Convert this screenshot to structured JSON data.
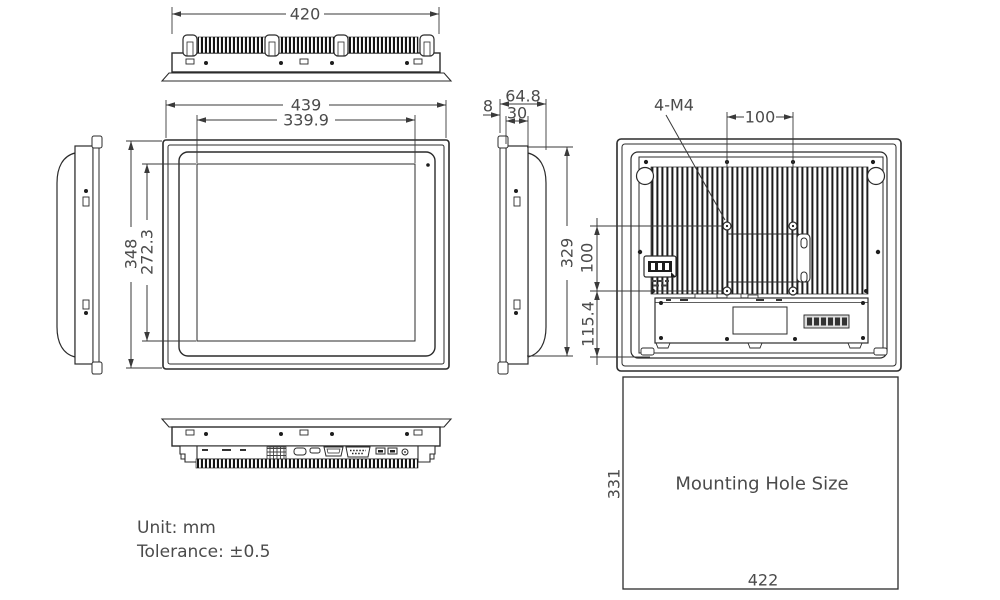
{
  "page": {
    "background": "#ffffff",
    "line_color": "#2b2b2b",
    "text_color": "#4b4b4b"
  },
  "notes": {
    "unit": "Unit: mm",
    "tolerance": "Tolerance: ±0.5"
  },
  "views": {
    "top": {
      "dims": {
        "mounting_width": "420"
      }
    },
    "front": {
      "dims": {
        "overall_width": "439",
        "display_width": "339.9",
        "overall_height": "348",
        "display_height": "272.3"
      }
    },
    "side": {
      "dims": {
        "overall_depth": "64.8",
        "front_bezel_depth": "8",
        "front_section_depth": "30",
        "rear_body_height": "329"
      }
    },
    "rear": {
      "dims": {
        "vesa_thread": "4-M4",
        "vesa_horizontal_spacing": "100",
        "vesa_vertical_spacing": "100",
        "vesa_bottom_offset": "115.4"
      }
    },
    "cutout": {
      "title": "Mounting Hole Size",
      "dims": {
        "height": "331",
        "width": "422"
      }
    }
  }
}
